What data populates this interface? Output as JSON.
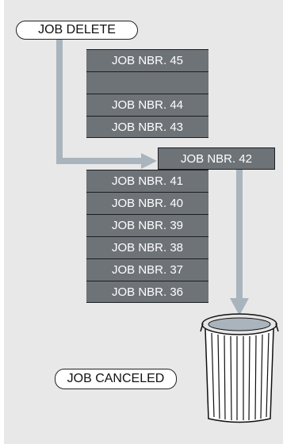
{
  "labels": {
    "job_delete": "JOB DELETE",
    "job_canceled": "JOB CANCELED"
  },
  "queue_top": [
    "JOB NBR. 45",
    "",
    "JOB NBR. 44",
    "JOB NBR. 43"
  ],
  "removed_job": "JOB NBR. 42",
  "queue_bottom": [
    "JOB NBR. 41",
    "JOB NBR. 40",
    "JOB NBR. 39",
    "JOB NBR. 38",
    "JOB NBR. 37",
    "JOB NBR. 36"
  ],
  "colors": {
    "background": "#e8e8e8",
    "job_fill": "#6e7378",
    "arrow": "#aab4bd",
    "trash_lid": "#aab4bd"
  },
  "icons": {
    "trash": "trash-can-icon"
  }
}
